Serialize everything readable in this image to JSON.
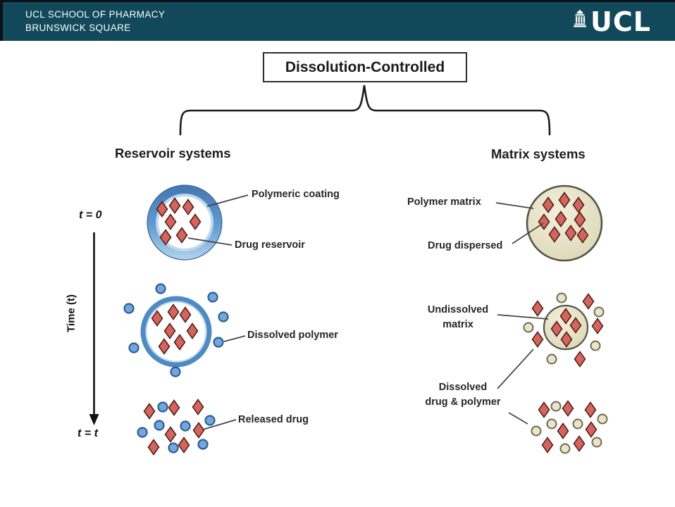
{
  "header": {
    "school_line1": "UCL SCHOOL OF PHARMACY",
    "school_line2": "BRUNSWICK SQUARE",
    "logo_text": "UCL"
  },
  "diagram": {
    "title": "Dissolution-Controlled",
    "branch_left": "Reservoir systems",
    "branch_right": "Matrix systems",
    "timeline": {
      "start": "t = 0",
      "axis": "Time (t)",
      "end": "t = t"
    },
    "labels": {
      "polymeric_coating": "Polymeric coating",
      "drug_reservoir": "Drug reservoir",
      "dissolved_polymer": "Dissolved polymer",
      "released_drug": "Released drug",
      "polymer_matrix": "Polymer matrix",
      "drug_dispersed": "Drug dispersed",
      "undissolved_matrix_line1": "Undissolved",
      "undissolved_matrix_line2": "matrix",
      "dissolved_dp_line1": "Dissolved",
      "dissolved_dp_line2": "drug & polymer"
    },
    "colors": {
      "header_teal": "#11485a",
      "drug_fill": "#d4655c",
      "drug_stroke": "#55201b",
      "polymer_blue": "#4f8ac3",
      "polymer_dot_fill": "#74a7d9",
      "polymer_dot_stroke": "#2b5d98",
      "matrix_fill": "#e6e1c6",
      "matrix_stroke": "#56554a",
      "matrix_dot_fill": "#eae5ca",
      "matrix_dot_stroke": "#6c6b50",
      "line_dark": "#1c1c1c",
      "leader_gray": "#454545"
    }
  }
}
